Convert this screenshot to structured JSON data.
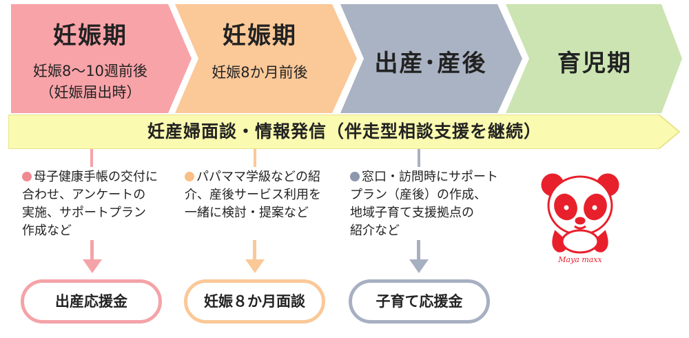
{
  "phases": [
    {
      "title": "妊娠期",
      "sub1": "妊娠8～10週前後",
      "sub2": "（妊娠届出時）",
      "color": "#f8a3a8"
    },
    {
      "title": "妊娠期",
      "sub1": "妊娠8か月前後",
      "sub2": "",
      "color": "#fbc898"
    },
    {
      "title": "出産･産後",
      "sub1": "",
      "sub2": "",
      "color": "#aab3c3"
    },
    {
      "title": "育児期",
      "sub1": "",
      "sub2": "",
      "color": "#cbe4b2"
    }
  ],
  "banner": {
    "text": "妊産婦面談・情報発信（伴走型相談支援を継続）",
    "color": "#fafab0"
  },
  "notes": [
    {
      "lines": [
        "母子健康手帳の交付に",
        "合わせ、アンケートの",
        "実施、サポートプラン",
        "作成など"
      ],
      "dot_color": "#f08a92"
    },
    {
      "lines": [
        "パパママ学級などの紹",
        "介、産後サービス利用を",
        "一緒に検討・提案など"
      ],
      "dot_color": "#f9bf86"
    },
    {
      "lines": [
        "窓口・訪問時にサポート",
        "プラン（産後）の作成、",
        "地域子育て支援拠点の",
        "紹介など"
      ],
      "dot_color": "#8c97ad"
    }
  ],
  "outcomes": [
    {
      "label": "出産応援金",
      "color": "#f4a3a8"
    },
    {
      "label": "妊娠８か月面談",
      "color": "#fbc898"
    },
    {
      "label": "子育て応援金",
      "color": "#a7b0c1"
    }
  ],
  "mascot": {
    "signature": "Maya maxx",
    "color": "#e8202c"
  }
}
